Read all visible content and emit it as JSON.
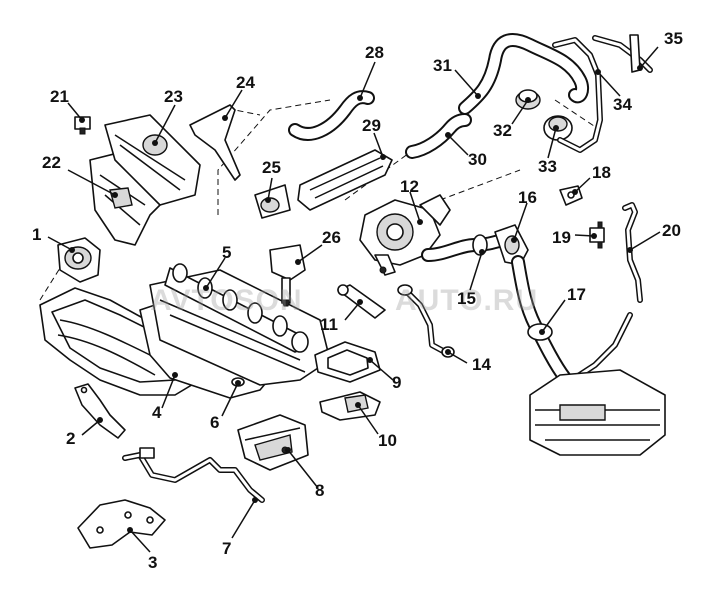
{
  "watermark": {
    "left": "AVTOSON",
    "right": "AUTO.RU"
  },
  "callouts": {
    "c1": "1",
    "c2": "2",
    "c3": "3",
    "c4": "4",
    "c5": "5",
    "c6": "6",
    "c7": "7",
    "c8": "8",
    "c9": "9",
    "c10": "10",
    "c11": "11",
    "c12": "12",
    "c14": "14",
    "c15": "15",
    "c16": "16",
    "c17": "17",
    "c18": "18",
    "c19": "19",
    "c20": "20",
    "c21": "21",
    "c22": "22",
    "c23": "23",
    "c24": "24",
    "c25": "25",
    "c26": "26",
    "c28": "28",
    "c29": "29",
    "c30": "30",
    "c31": "31",
    "c32": "32",
    "c33": "33",
    "c34": "34",
    "c35": "35"
  }
}
